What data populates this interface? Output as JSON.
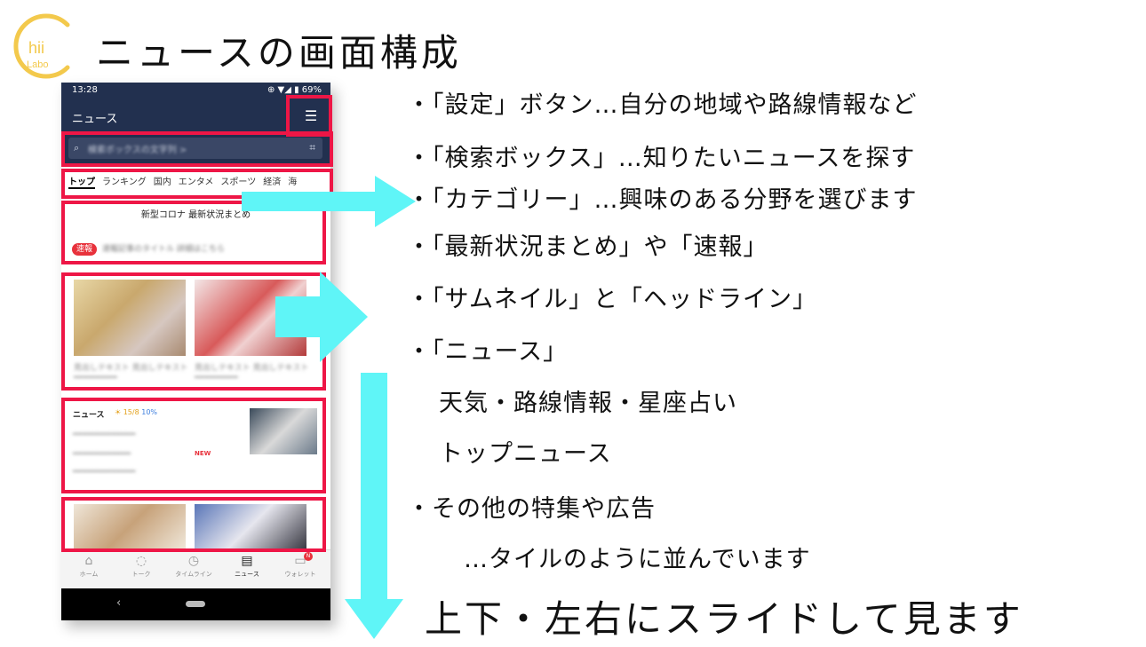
{
  "logo": {
    "text_top": "hii",
    "text_bottom": "Labo",
    "color": "#f3c94c"
  },
  "title": "ニュースの画面構成",
  "phone": {
    "status_time": "13:28",
    "status_icons": "⊕ ▼◢ ▮ 69%",
    "app_title": "ニュース",
    "menu_icon": "☰",
    "search_placeholder": "検索ボックスの文字列 >",
    "tabs": [
      "トップ",
      "ランキング",
      "国内",
      "エンタメ",
      "スポーツ",
      "経済",
      "海"
    ],
    "active_tab": "トップ",
    "covid_text": "新型コロナ 最新状況まとめ",
    "breaking_badge": "速報",
    "breaking_text": "速報記事のタイトル 詳細はこちら",
    "headline1": "見出しテキスト 見出しテキスト",
    "headline2": "見出しテキスト 見出しテキスト",
    "news_section_label": "ニュース",
    "weather": "15/8",
    "weather_pct": "10%",
    "new_tag": "NEW",
    "nav": [
      "ホーム",
      "トーク",
      "タイムライン",
      "ニュース",
      "ウォレット"
    ],
    "nav_badge": "N",
    "accent_red": "#ee1646",
    "navy": "#22304f"
  },
  "items": [
    "・「設定」ボタン…自分の地域や路線情報など",
    "・「検索ボックス」…知りたいニュースを探す",
    "・「カテゴリー」…興味のある分野を選びます",
    "・「最新状況まとめ」や「速報」",
    "・「サムネイル」と「ヘッドライン」",
    "・「ニュース」",
    "天気・路線情報・星座占い",
    "トップニュース",
    "・その他の特集や広告",
    "…タイルのように並んでいます"
  ],
  "footer": "上下・左右にスライドして見ます",
  "arrow_color": "#5ff5f7"
}
